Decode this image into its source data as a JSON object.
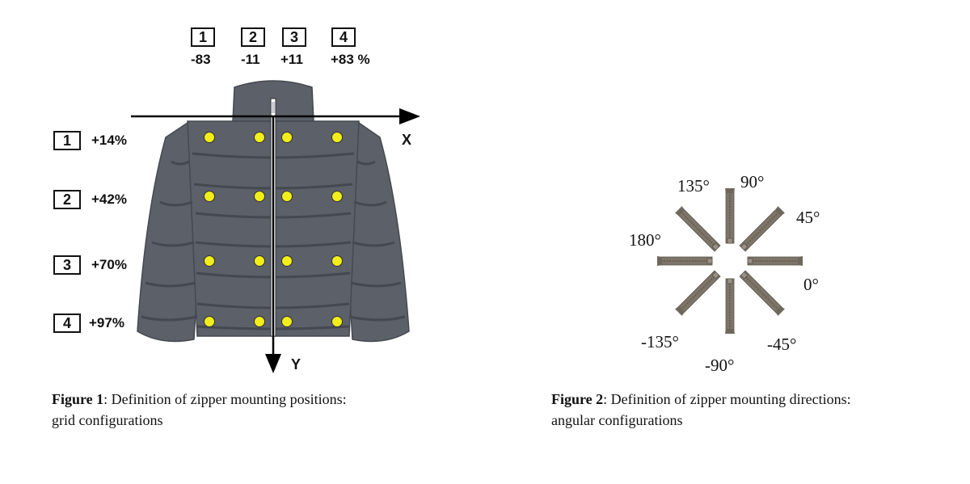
{
  "figure1": {
    "column_headers": [
      {
        "num": "1",
        "value": "-83"
      },
      {
        "num": "2",
        "value": "-11"
      },
      {
        "num": "3",
        "value": "+11"
      },
      {
        "num": "4",
        "value": "+83 %"
      }
    ],
    "row_headers": [
      {
        "num": "1",
        "value": "+14%"
      },
      {
        "num": "2",
        "value": "+42%"
      },
      {
        "num": "3",
        "value": "+70%"
      },
      {
        "num": "4",
        "value": "+97%"
      }
    ],
    "x_axis_label": "X",
    "y_axis_label": "Y",
    "caption_label": "Figure 1",
    "caption_text": ":  Definition of zipper mounting positions:",
    "caption_text_line2": "grid configurations",
    "colors": {
      "jacket": "#5c6068",
      "jacket_dark": "#4a4e55",
      "marker": "#f2ee1a"
    }
  },
  "figure2": {
    "angles": [
      "0°",
      "45°",
      "90°",
      "135°",
      "180°",
      "-135°",
      "-90°",
      "-45°"
    ],
    "caption_label": "Figure 2",
    "caption_text": ":  Definition of zipper mounting directions:",
    "caption_text_line2": "angular configurations",
    "colors": {
      "zipper": "#7d7568"
    }
  }
}
